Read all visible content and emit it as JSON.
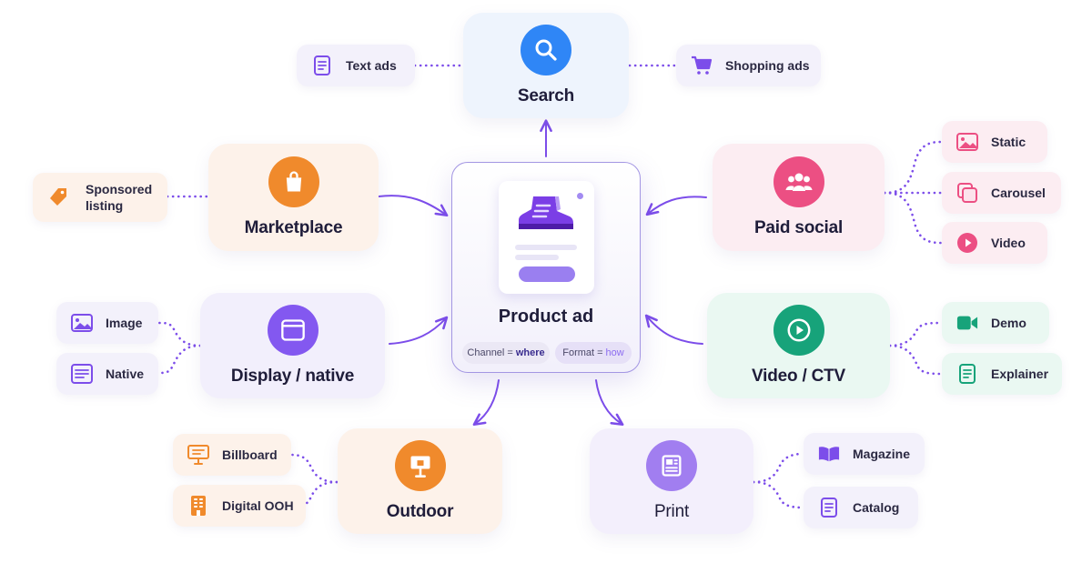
{
  "center": {
    "title": "Product ad",
    "tags": [
      {
        "key": "Channel",
        "sep": "=",
        "value": "where"
      },
      {
        "key": "Format",
        "sep": "=",
        "value": "how"
      }
    ]
  },
  "channels": {
    "search": "Search",
    "marketplace": "Marketplace",
    "paid_social": "Paid social",
    "display": "Display / native",
    "video": "Video / CTV",
    "outdoor": "Outdoor",
    "print": "Print"
  },
  "formats": {
    "text_ads": "Text ads",
    "shopping_ads": "Shopping ads",
    "sponsored_line1": "Sponsored",
    "sponsored_line2": "listing",
    "static": "Static",
    "carousel": "Carousel",
    "video": "Video",
    "image": "Image",
    "native": "Native",
    "demo": "Demo",
    "explainer": "Explainer",
    "billboard": "Billboard",
    "digital_ooh": "Digital OOH",
    "magazine": "Magazine",
    "catalog": "Catalog"
  },
  "icons": {
    "search": "magnifier-icon",
    "marketplace": "shopping-bag-icon",
    "paid_social": "people-group-icon",
    "display": "browser-window-icon",
    "video": "play-icon",
    "outdoor": "billboard-sign-icon",
    "print": "newspaper-icon"
  },
  "colors": {
    "search": "#2f86f6",
    "marketplace": "#f08a2c",
    "paid_social": "#ec4f83",
    "display": "#8358f0",
    "video": "#17a37a",
    "outdoor": "#f08a2c",
    "print": "#a17ef0",
    "connector": "#7c4dea"
  }
}
